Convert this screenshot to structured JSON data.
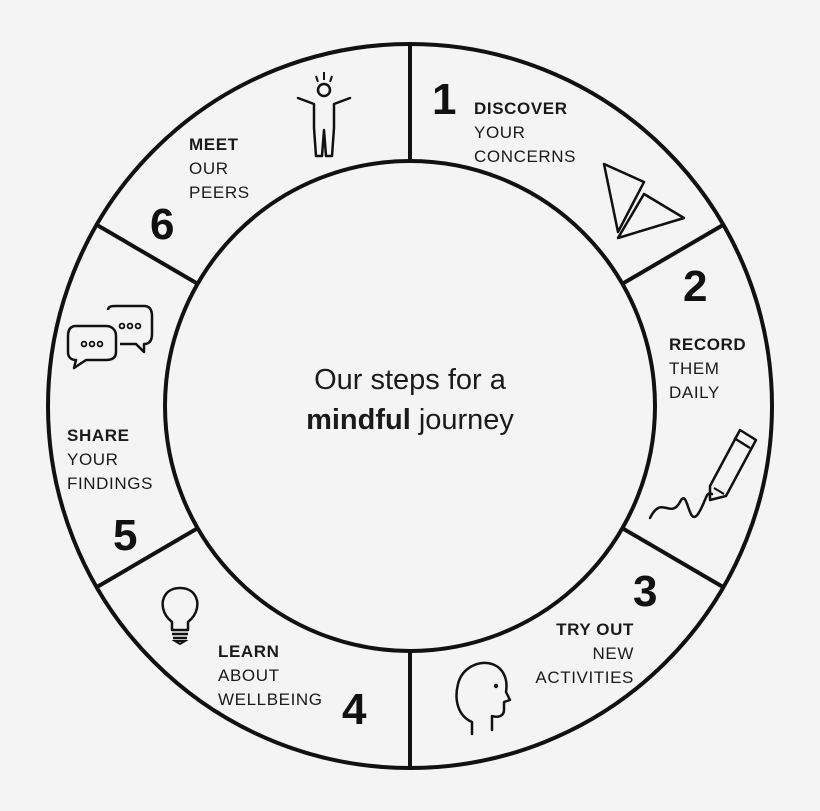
{
  "center": {
    "line1": "Our steps for a",
    "bold": "mindful",
    "rest": " journey"
  },
  "steps": [
    {
      "number": "1",
      "title": "DISCOVER",
      "line2": "YOUR",
      "line3": "CONCERNS",
      "icon": "paper-plane-icon"
    },
    {
      "number": "2",
      "title": "RECORD",
      "line2": "THEM",
      "line3": "DAILY",
      "icon": "pen-icon"
    },
    {
      "number": "3",
      "title": "TRY OUT",
      "line2": "NEW",
      "line3": "ACTIVITIES",
      "icon": "head-profile-icon"
    },
    {
      "number": "4",
      "title": "LEARN",
      "line2": "ABOUT",
      "line3": "WELLBEING",
      "icon": "lightbulb-icon"
    },
    {
      "number": "5",
      "title": "SHARE",
      "line2": "YOUR",
      "line3": "FINDINGS",
      "icon": "speech-bubbles-icon"
    },
    {
      "number": "6",
      "title": "MEET",
      "line2": "OUR",
      "line3": "PEERS",
      "icon": "person-icon"
    }
  ],
  "colors": {
    "background": "#f4f4f4",
    "stroke": "#111111"
  }
}
